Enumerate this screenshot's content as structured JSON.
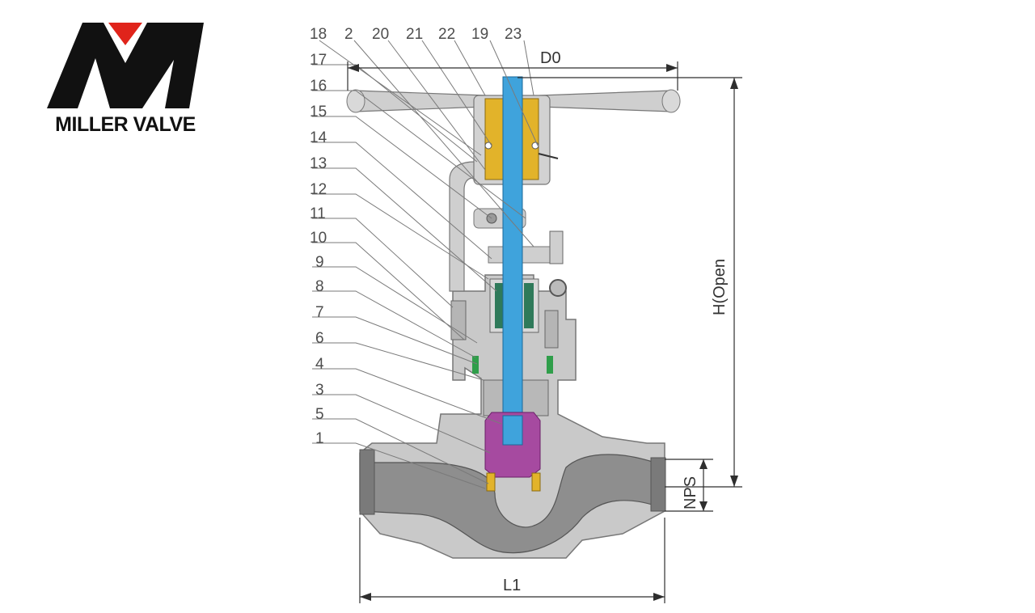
{
  "logo": {
    "brand_text": "MILLER VALVE",
    "letter": "M"
  },
  "colors": {
    "body": "#c9c9c9",
    "body_dark": "#8e8e8e",
    "stem": "#3fa3dc",
    "disc": "#a64aa0",
    "seat_ring": "#e2b32a",
    "gasket": "#2f9e4a",
    "logo_red": "#e0241b",
    "logo_black": "#111111"
  },
  "callouts": {
    "top": [
      "18",
      "2",
      "20",
      "21",
      "22",
      "19",
      "23"
    ],
    "left": [
      "17",
      "16",
      "15",
      "14",
      "13",
      "12",
      "11",
      "10",
      "9",
      "8",
      "7",
      "6",
      "4",
      "3",
      "5",
      "1"
    ]
  },
  "dimensions": {
    "d0": "D0",
    "h_open": "H(Open",
    "nps": "NPS",
    "l1": "L1"
  }
}
